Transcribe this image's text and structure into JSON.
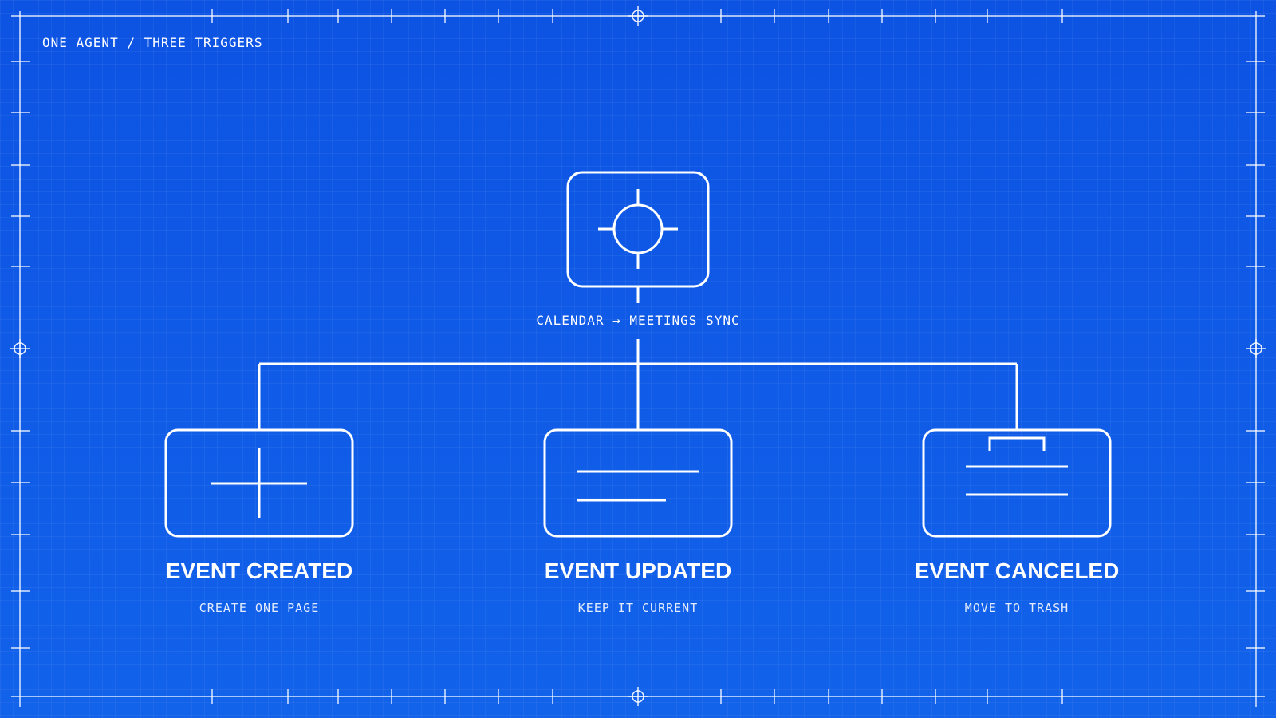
{
  "header": {
    "eyebrow": "ONE AGENT / THREE TRIGGERS"
  },
  "agent": {
    "label": "CALENDAR → MEETINGS SYNC",
    "icon": "crosshair-icon"
  },
  "triggers": [
    {
      "title": "EVENT CREATED",
      "subtitle": "CREATE ONE PAGE",
      "icon": "plus-icon"
    },
    {
      "title": "EVENT UPDATED",
      "subtitle": "KEEP IT CURRENT",
      "icon": "lines-icon"
    },
    {
      "title": "EVENT CANCELED",
      "subtitle": "MOVE TO TRASH",
      "icon": "trash-icon"
    }
  ],
  "colors": {
    "background": "#0f5ae6",
    "stroke": "#ffffff"
  }
}
